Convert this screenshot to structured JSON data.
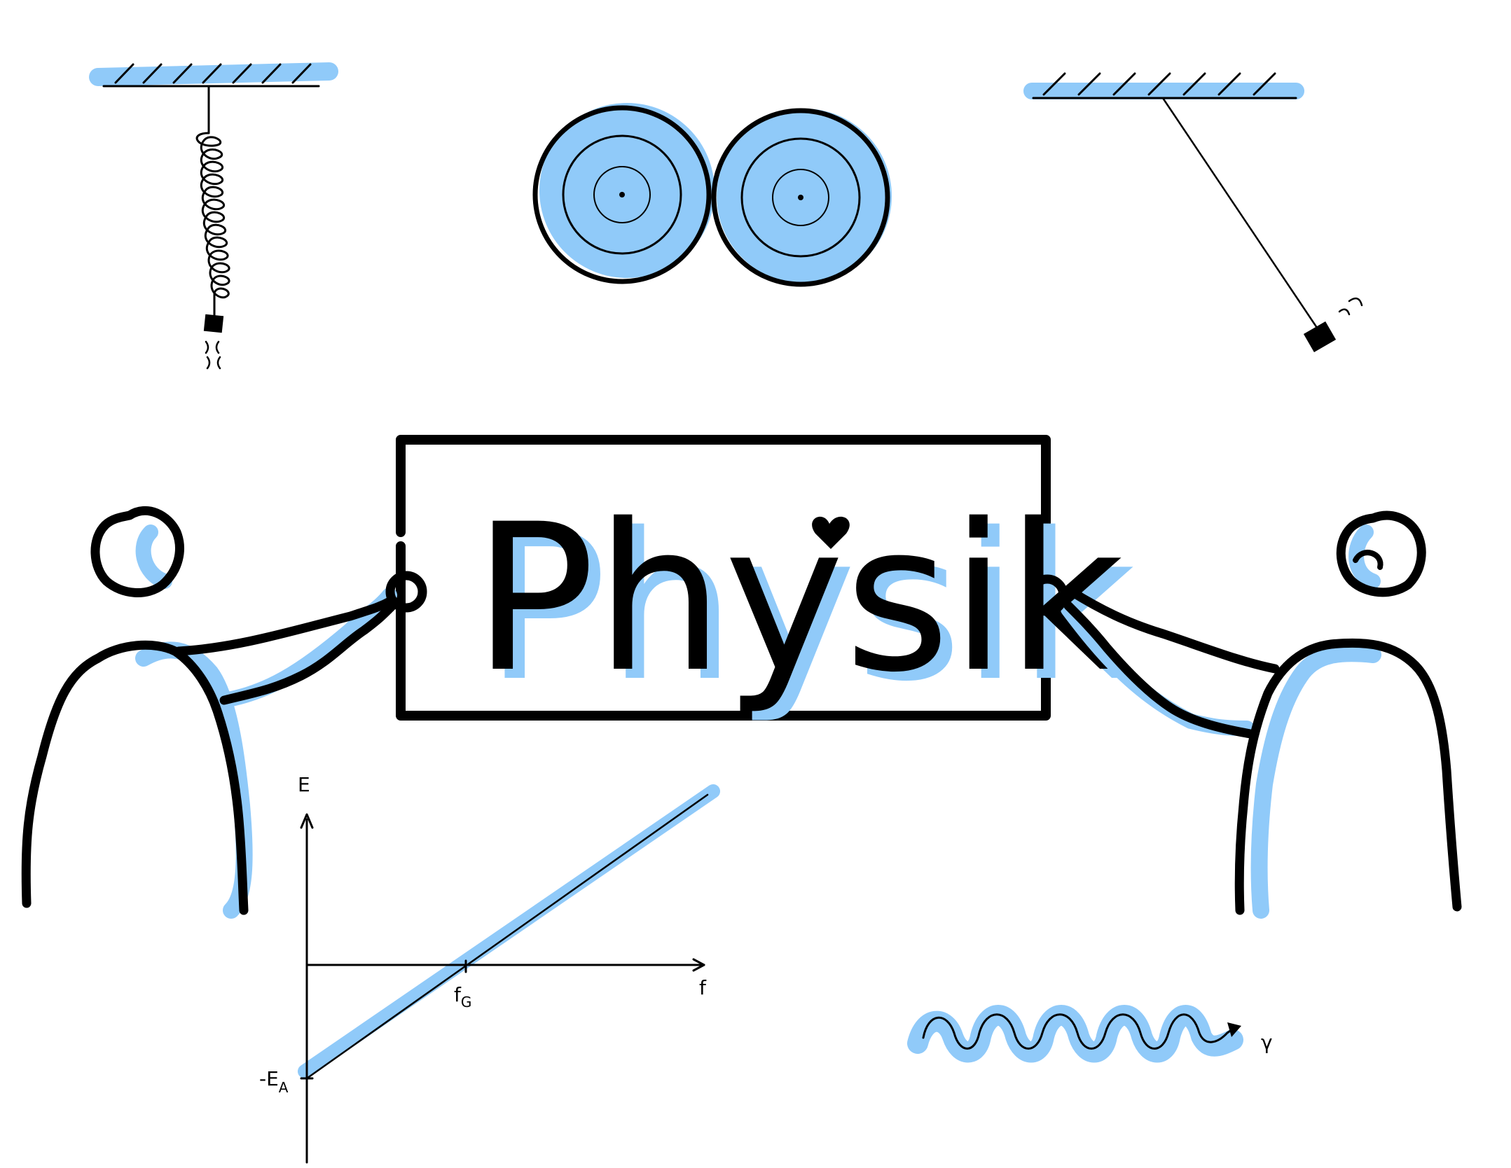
{
  "title": "Physik",
  "colors": {
    "ink": "#000000",
    "accent": "#90caf9"
  },
  "graph": {
    "y_label": "E",
    "x_label": "f",
    "x_intercept_label": "f",
    "x_intercept_sub": "G",
    "y_intercept_label": "-E",
    "y_intercept_sub": "A"
  },
  "wave": {
    "label": "γ"
  }
}
